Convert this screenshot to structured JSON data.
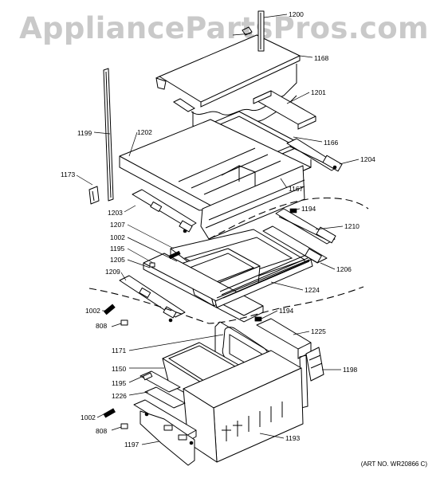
{
  "watermark": "AppliancePartsPros.com",
  "art_number": "(ART NO. WR20866 C)",
  "parts": [
    {
      "id": "p1200",
      "label": "1200"
    },
    {
      "id": "p1168",
      "label": "1168"
    },
    {
      "id": "p1201",
      "label": "1201"
    },
    {
      "id": "p1199",
      "label": "1199"
    },
    {
      "id": "p1202",
      "label": "1202"
    },
    {
      "id": "p1166",
      "label": "1166"
    },
    {
      "id": "p1204",
      "label": "1204"
    },
    {
      "id": "p1173",
      "label": "1173"
    },
    {
      "id": "p1167",
      "label": "1167"
    },
    {
      "id": "p1203",
      "label": "1203"
    },
    {
      "id": "p1194a",
      "label": "1194"
    },
    {
      "id": "p1207",
      "label": "1207"
    },
    {
      "id": "p1210",
      "label": "1210"
    },
    {
      "id": "p1002a",
      "label": "1002"
    },
    {
      "id": "p1195a",
      "label": "1195"
    },
    {
      "id": "p1205",
      "label": "1205"
    },
    {
      "id": "p1206",
      "label": "1206"
    },
    {
      "id": "p1209",
      "label": "1209"
    },
    {
      "id": "p1224",
      "label": "1224"
    },
    {
      "id": "p1002b",
      "label": "1002"
    },
    {
      "id": "p1194b",
      "label": "1194"
    },
    {
      "id": "p808a",
      "label": "808"
    },
    {
      "id": "p1225",
      "label": "1225"
    },
    {
      "id": "p1171",
      "label": "1171"
    },
    {
      "id": "p1198",
      "label": "1198"
    },
    {
      "id": "p1150",
      "label": "1150"
    },
    {
      "id": "p1195b",
      "label": "1195"
    },
    {
      "id": "p1226",
      "label": "1226"
    },
    {
      "id": "p1002c",
      "label": "1002"
    },
    {
      "id": "p808b",
      "label": "808"
    },
    {
      "id": "p1193",
      "label": "1193"
    },
    {
      "id": "p1197",
      "label": "1197"
    }
  ]
}
